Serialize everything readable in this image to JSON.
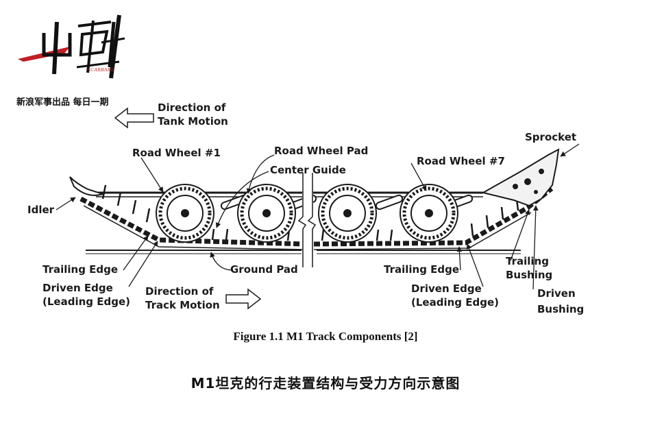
{
  "logo": {
    "mark": "出鞘",
    "subtitle": "SCABBARD",
    "tagline": "新浪军事出品 每日一期",
    "accent_color": "#c21f24"
  },
  "diagram": {
    "direction_tank": [
      "Direction of",
      "Tank Motion"
    ],
    "direction_track": [
      "Direction of",
      "Track Motion"
    ],
    "idler": "Idler",
    "road_wheel_1": "Road Wheel #1",
    "road_wheel_pad": "Road Wheel Pad",
    "center_guide": "Center Guide",
    "road_wheel_7": "Road Wheel #7",
    "sprocket": "Sprocket",
    "trailing_edge_left": "Trailing Edge",
    "driven_edge_left": [
      "Driven Edge",
      "(Leading Edge)"
    ],
    "ground_pad": "Ground Pad",
    "trailing_edge_right": "Trailing Edge",
    "driven_edge_right": [
      "Driven Edge",
      "(Leading Edge)"
    ],
    "trailing_bushing": [
      "Trailing",
      "Bushing"
    ],
    "driven_bushing": [
      "Driven",
      "Bushing"
    ]
  },
  "caption": "Figure 1.1 M1 Track Components [2]",
  "chinese_title": "M1坦克的行走装置结构与受力方向示意图"
}
